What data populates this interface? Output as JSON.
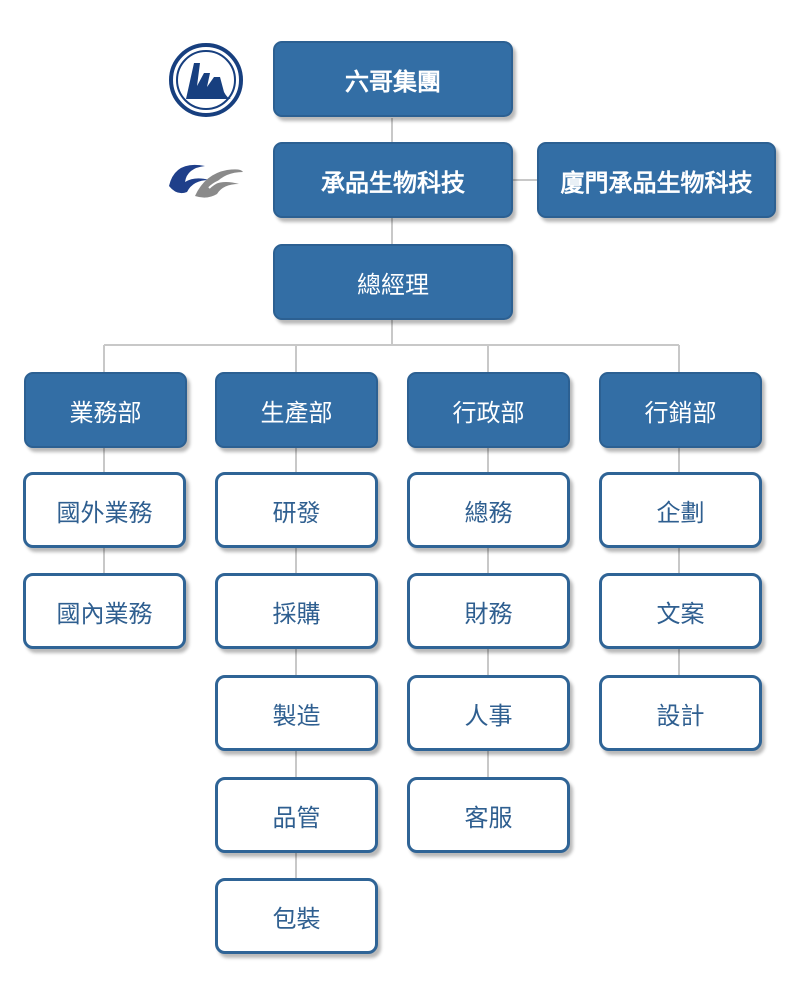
{
  "colors": {
    "primary": "#336ea5",
    "line": "#c8c8c8",
    "outline": "#2f6496",
    "outline_text": "#2f5f90"
  },
  "logos": {
    "group": "mountain-logo-icon",
    "company": "wave-logo-icon"
  },
  "top": {
    "group": "六哥集團",
    "company": "承品生物科技",
    "subsidiary": "廈門承品生物科技",
    "gm": "總經理"
  },
  "departments": [
    {
      "name": "業務部",
      "units": [
        "國外業務",
        "國內業務"
      ]
    },
    {
      "name": "生產部",
      "units": [
        "研發",
        "採購",
        "製造",
        "品管",
        "包裝"
      ]
    },
    {
      "name": "行政部",
      "units": [
        "總務",
        "財務",
        "人事",
        "客服"
      ]
    },
    {
      "name": "行銷部",
      "units": [
        "企劃",
        "文案",
        "設計"
      ]
    }
  ]
}
